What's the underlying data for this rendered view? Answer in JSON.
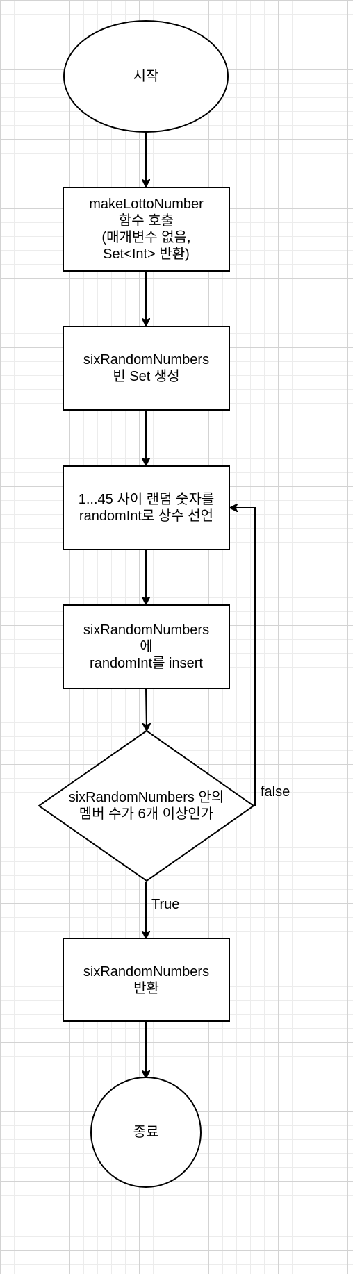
{
  "nodes": {
    "start": {
      "lines": [
        "시작"
      ]
    },
    "call": {
      "lines": [
        "makeLottoNumber",
        "함수 호출",
        "(매개변수 없음,",
        "Set<Int> 반환)"
      ]
    },
    "create_set": {
      "lines": [
        "sixRandomNumbers",
        "빈 Set 생성"
      ]
    },
    "random_int": {
      "lines": [
        "1...45 사이 랜덤 숫자를",
        "randomInt로 상수 선언"
      ]
    },
    "insert": {
      "lines": [
        "sixRandomNumbers",
        "에",
        "randomInt를 insert"
      ]
    },
    "decision": {
      "lines": [
        "sixRandomNumbers 안의",
        "멤버 수가 6개 이상인가"
      ]
    },
    "return_set": {
      "lines": [
        "sixRandomNumbers",
        "반환"
      ]
    },
    "end": {
      "lines": [
        "종료"
      ]
    }
  },
  "edges": {
    "false_label": "false",
    "true_label": "True"
  }
}
